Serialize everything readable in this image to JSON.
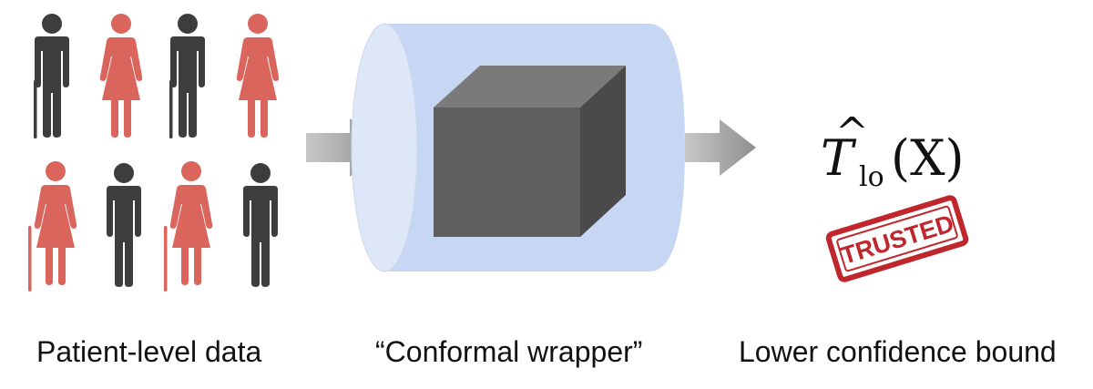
{
  "captions": {
    "input": "Patient-level data",
    "model": "“Conformal wrapper”",
    "output": "Lower confidence bound"
  },
  "output_expression": {
    "symbol": "T",
    "subscript": "lo",
    "argument": "(X)"
  },
  "stamp": {
    "text": "TRUSTED"
  },
  "colors": {
    "male_figure": "#3d3d3d",
    "female_figure": "#d9655c",
    "wrapper_fill": "#c7d6f2",
    "cube_front": "#5e5e5e",
    "cube_top": "#7a7a7a",
    "cube_side": "#4a4a4a",
    "arrow": "#9a9a9a",
    "stamp": "#c0272d"
  },
  "icons": {
    "people": [
      "male-cane",
      "female",
      "male-cane",
      "female",
      "female-cane",
      "male",
      "female-cane",
      "male"
    ]
  }
}
